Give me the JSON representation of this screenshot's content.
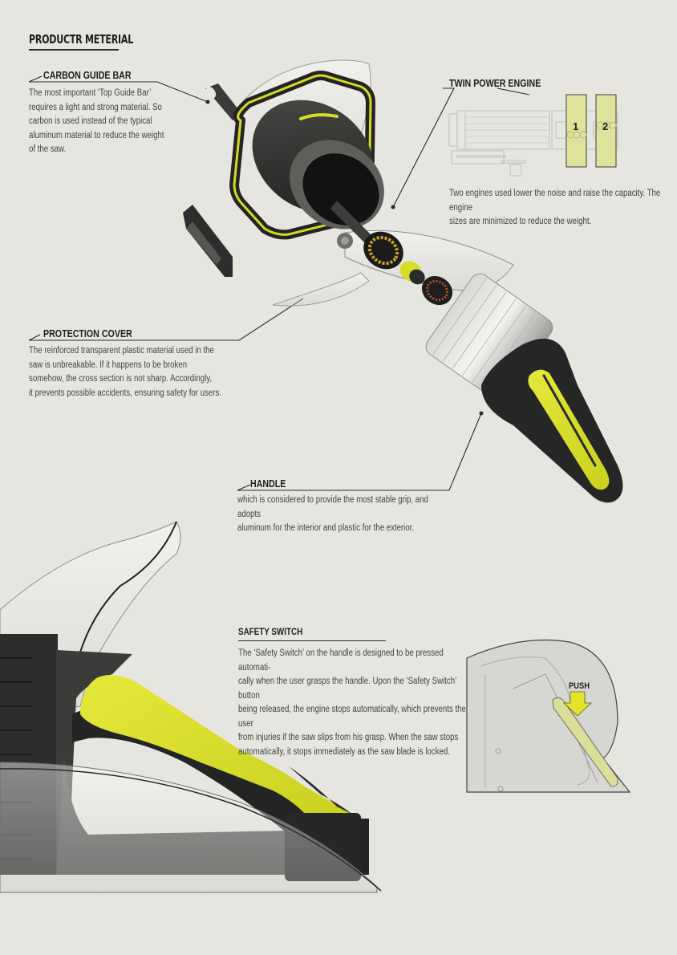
{
  "page": {
    "title": "PRODUCTR METERIAL",
    "background": "#e6e5e0",
    "accent_yellow": "#d6dd2a",
    "dark_plastic": "#2b2c2b"
  },
  "sections": {
    "carbon_guide_bar": {
      "heading": "CARBON GUIDE BAR",
      "lines": [
        "The most important ‘Top Guide Bar’",
        "requires a light and strong material. So",
        "carbon is used instead of the typical",
        "aluminum material to reduce the weight",
        "of the saw."
      ]
    },
    "twin_power_engine": {
      "heading": "TWIN POWER ENGINE",
      "engine_labels": [
        "1",
        "2"
      ],
      "lines": [
        "Two engines used lower the noise and raise the capacity. The engine",
        "sizes are minimized to reduce the weight."
      ]
    },
    "protection_cover": {
      "heading": "PROTECTION COVER",
      "lines": [
        "The reinforced transparent plastic material used in the",
        "saw is unbreakable. If it happens to be broken",
        "somehow, the cross section is not sharp.  Accordingly,",
        "it prevents possible accidents, ensuring safety for users."
      ]
    },
    "handle": {
      "heading": "HANDLE",
      "lines": [
        "which is considered to provide the most stable grip, and adopts",
        "aluminum for the interior and plastic for the exterior."
      ]
    },
    "safety_switch": {
      "heading": "SAFETY SWITCH",
      "push_label": "PUSH",
      "lines": [
        "The ‘Safety Switch’ on the handle is designed to be pressed automati-",
        "cally when the user grasps the handle. Upon the ‘Safety Switch’ button",
        "being released, the engine stops automatically, which prevents the user",
        "from injuries if the saw slips from his grasp.  When the saw stops",
        "automatically, it stops immediately as the saw blade is locked."
      ]
    }
  }
}
